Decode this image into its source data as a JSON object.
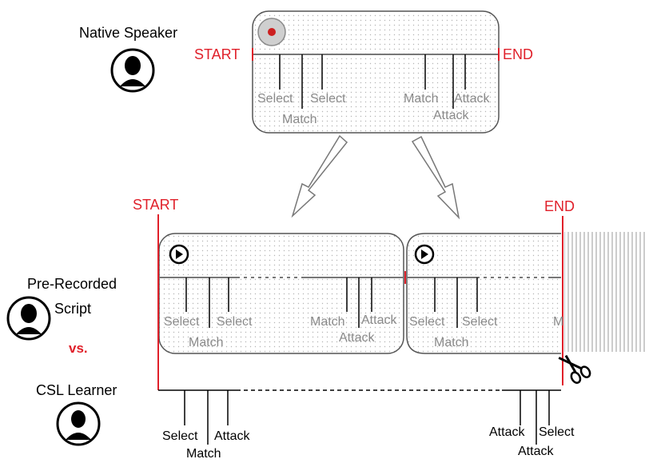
{
  "speakers": {
    "native": "Native Speaker",
    "prerecorded_line1": "Pre-Recorded",
    "prerecorded_line2": "Script",
    "vs": "vs.",
    "learner": "CSL Learner"
  },
  "markers": {
    "start": "START",
    "end": "END"
  },
  "native_clip": {
    "labels_low": [
      "Select",
      "Select",
      "Match",
      "Attack"
    ],
    "labels_high": [
      "Match",
      "Attack"
    ]
  },
  "script_clip_1": {
    "labels": [
      "Select",
      "Select",
      "Match",
      "Attack",
      "Match",
      "Attack"
    ]
  },
  "script_clip_2": {
    "labels": [
      "Select",
      "Select",
      "Match",
      "M"
    ]
  },
  "learner": {
    "labels": [
      "Select",
      "Attack",
      "Match",
      "Attack",
      "Select",
      "Attack"
    ]
  },
  "colors": {
    "marker": "#e0202a",
    "clip_border": "#555555",
    "label_gray": "#8a8a8a"
  },
  "icons": [
    "record-icon",
    "play-icon",
    "scissors-icon",
    "person-icon"
  ]
}
